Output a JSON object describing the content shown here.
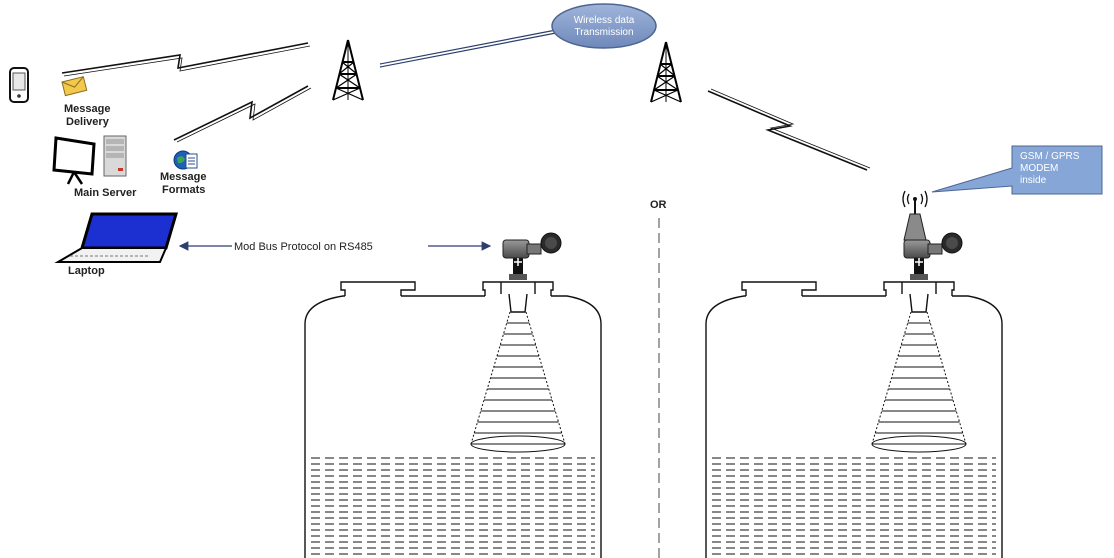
{
  "labels": {
    "message_delivery_1": "Message",
    "message_delivery_2": "Delivery",
    "main_server": "Main Server",
    "message_formats_1": "Message",
    "message_formats_2": "Formats",
    "laptop": "Laptop",
    "modbus": "Mod Bus Protocol on RS485",
    "or": "OR"
  },
  "callouts": {
    "wireless_1": "Wireless data",
    "wireless_2": "Transmission",
    "gsm_1": "GSM / GPRS",
    "gsm_2": "MODEM",
    "gsm_3": "inside"
  },
  "colors": {
    "bubble": "#7e9ac8",
    "line": "#1a1a1a",
    "arrow": "#2c3e6e"
  },
  "icons": [
    "mobile-phone-icon",
    "envelope-icon",
    "presentation-board-icon",
    "server-tower-icon",
    "globe-document-icon",
    "laptop-icon",
    "antenna-tower-icon",
    "radar-level-transmitter-icon",
    "storage-tank-icon"
  ]
}
